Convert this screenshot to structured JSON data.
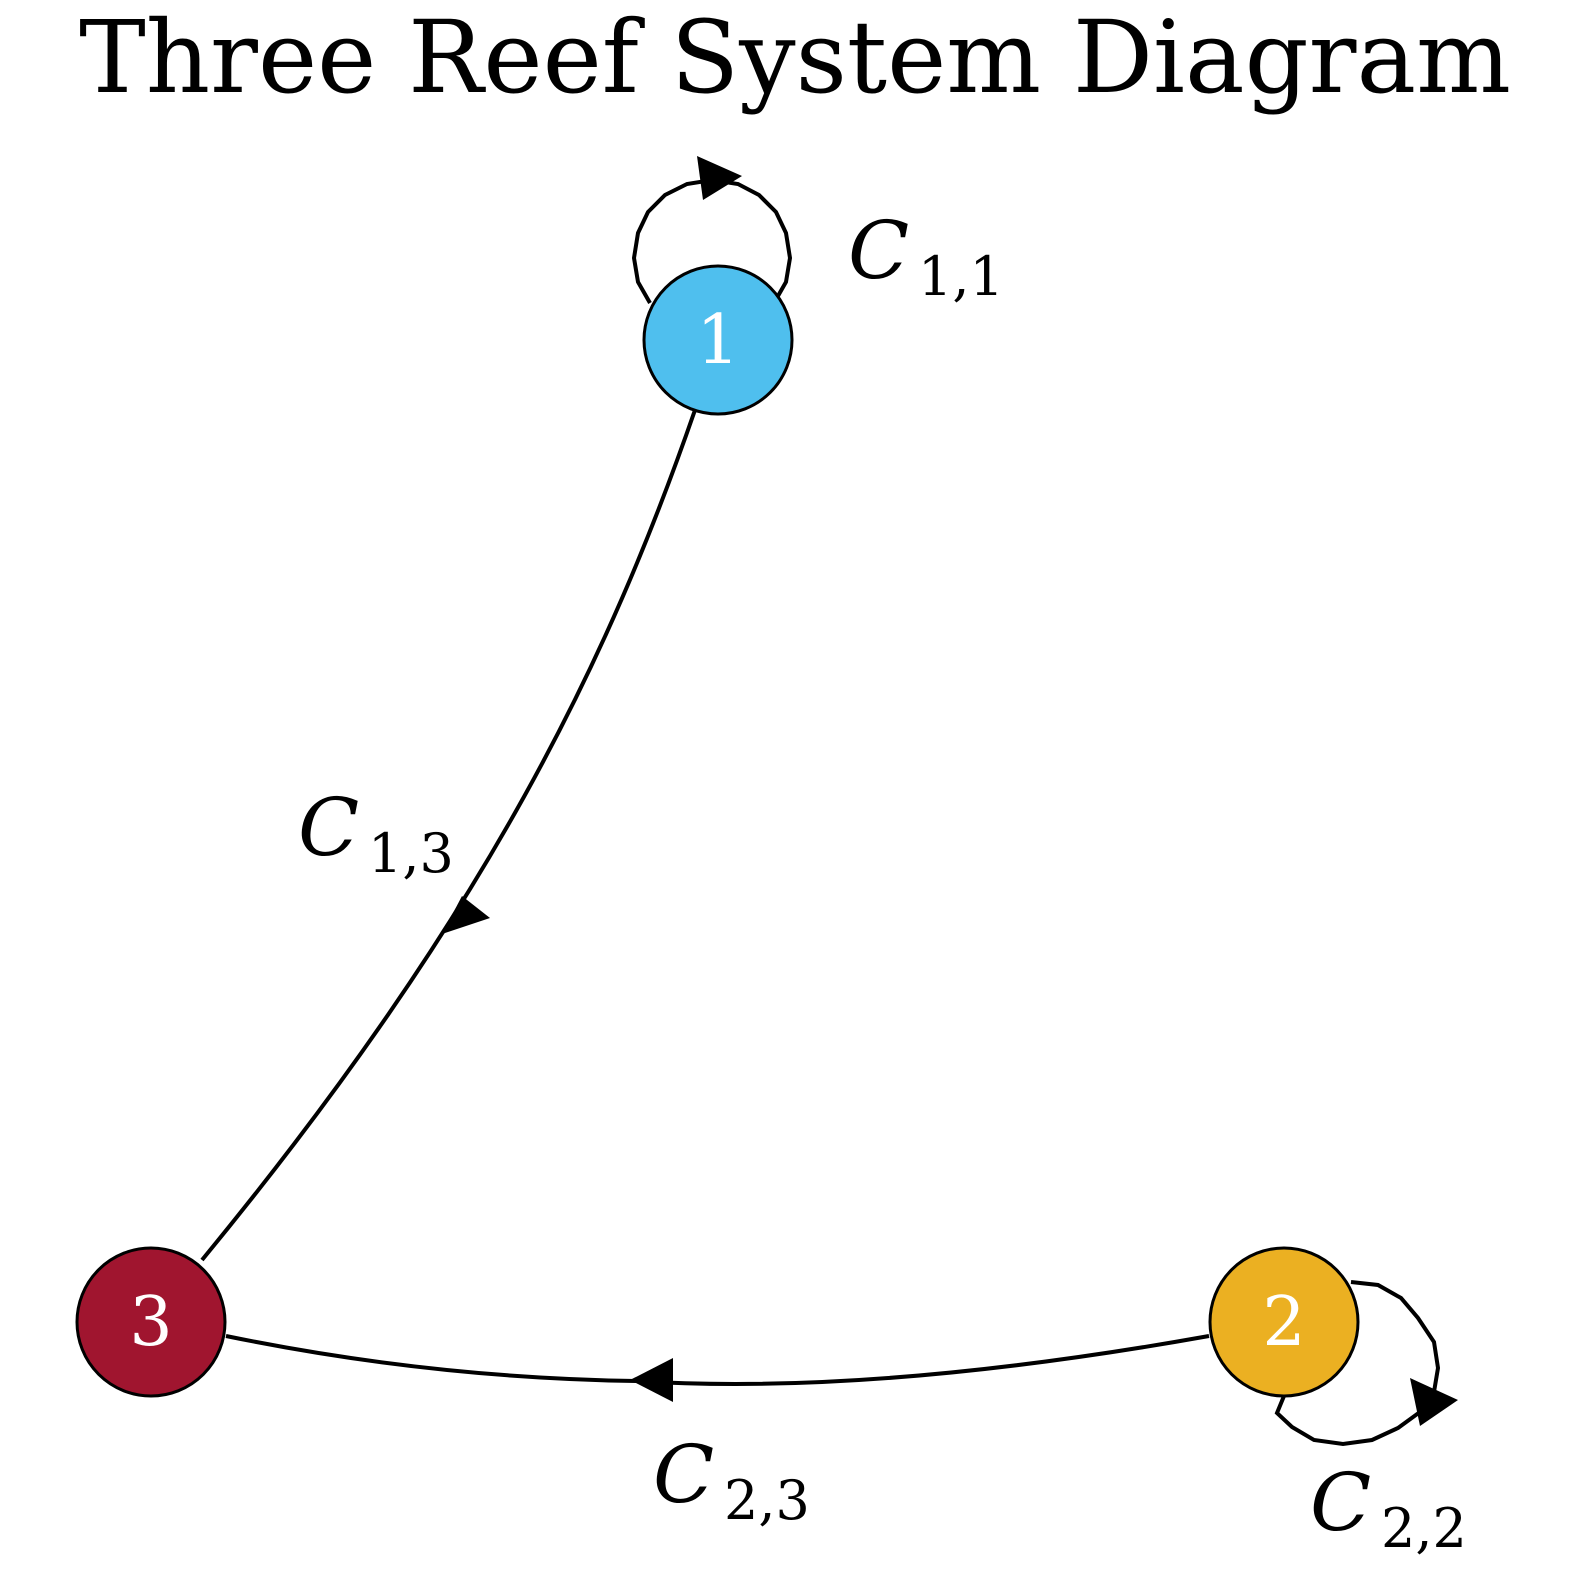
{
  "title": "Three Reef System Diagram",
  "nodes": [
    {
      "id": "1",
      "label": "1",
      "color": "#4FBFEE"
    },
    {
      "id": "2",
      "label": "2",
      "color": "#EBB022"
    },
    {
      "id": "3",
      "label": "3",
      "color": "#A0152F"
    }
  ],
  "edges": [
    {
      "from": "1",
      "to": "1",
      "label_main": "C",
      "label_sub": "1,1"
    },
    {
      "from": "1",
      "to": "3",
      "label_main": "C",
      "label_sub": "1,3"
    },
    {
      "from": "2",
      "to": "3",
      "label_main": "C",
      "label_sub": "2,3"
    },
    {
      "from": "2",
      "to": "2",
      "label_main": "C",
      "label_sub": "2,2"
    }
  ]
}
